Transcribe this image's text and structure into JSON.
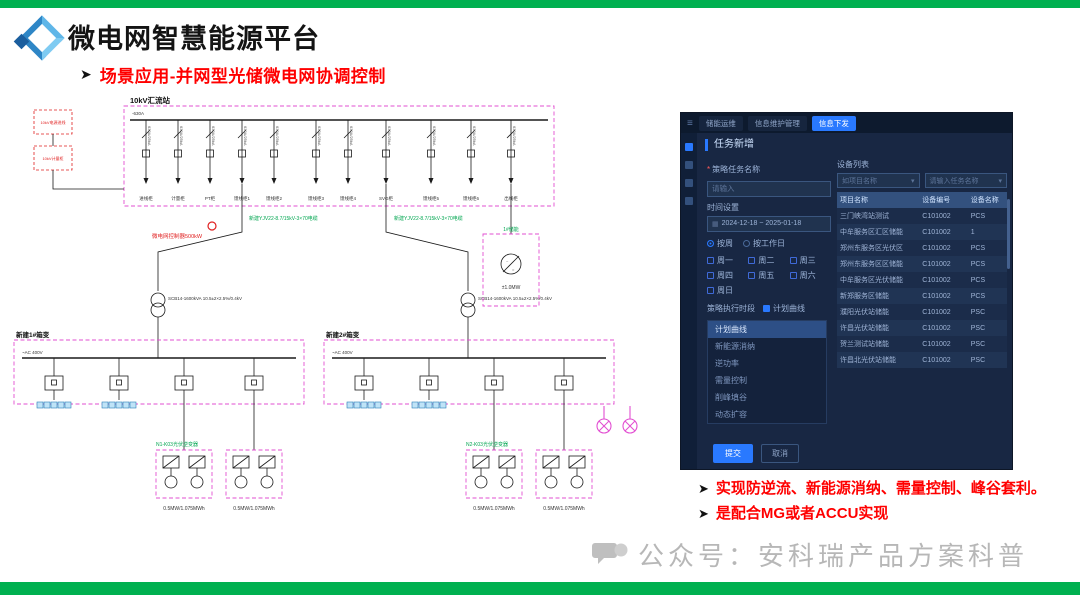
{
  "header": {
    "title": "微电网智慧能源平台"
  },
  "subtitle": {
    "arrow": "➤",
    "text": "场景应用-并网型光储微电网协调控制"
  },
  "bullets": {
    "arrow": "➤",
    "b1": "实现防逆流、新能源消纳、需量控制、峰谷套利。",
    "b2": "是配合MG或者ACCU实现"
  },
  "watermark": {
    "text": "公众号：安科瑞产品方案科普"
  },
  "diagram": {
    "station_title": "10kV汇流站",
    "bus_label": "-630A",
    "feeder_label": "630A/25kA",
    "incoming_label": "10kV电源进线",
    "metering_label": "10kV计量柜",
    "controller_label": "微电网控制器500kW",
    "box1_label": "新建1#箱变",
    "box2_label": "新建2#箱变",
    "transformer_label": "SCB14-1600kVA 10.5±2×2.5%/0.4kV",
    "lv_label": "~AC 400V",
    "storage_title": "1#储能",
    "storage_power": "±1.0MW",
    "battery_label": "0.5MW/1.075MWh",
    "cabinets": [
      "进线柜",
      "计量柜",
      "PT柜",
      "馈线柜1",
      "馈线柜2",
      "馈线柜3",
      "馈线柜4",
      "SVG柜",
      "馈线柜5",
      "馈线柜6",
      "出线柜"
    ],
    "green_notes": [
      "新建YJV22-8.7/15kV-3×70电缆",
      "新建YJV22-8.7/15kV-3×70电缆",
      "N1-K03光伏逆变器",
      "N2-K03光伏逆变器"
    ]
  },
  "app": {
    "tabs": [
      "储能运维",
      "信息维护管理",
      "信息下发"
    ],
    "active_tab_index": 2,
    "panel_title": "任务新增",
    "form": {
      "task_name_label": "策略任务名称",
      "task_name_placeholder": "请输入",
      "time_label": "时间设置",
      "date_range": "2024-12-18 ~ 2025-01-18",
      "mode_options": [
        "按周",
        "按工作日"
      ],
      "weekdays": [
        "周一",
        "周二",
        "周三",
        "周四",
        "周五",
        "周六",
        "周日"
      ],
      "section_label": "策略执行时段",
      "plan_checkbox": "计划曲线"
    },
    "menu": [
      "计划曲线",
      "新能源消纳",
      "逆功率",
      "需量控制",
      "削峰填谷",
      "动态扩容"
    ],
    "menu_active_index": 0,
    "device_list": {
      "title": "设备列表",
      "filters": [
        "如项目名称",
        "请输入任务名称"
      ],
      "headers": [
        "项目名称",
        "设备编号",
        "设备名称"
      ],
      "rows": [
        [
          "三门峡湾站测试",
          "C101002",
          "PCS"
        ],
        [
          "中牟服务区汇区储能",
          "C101002",
          "1"
        ],
        [
          "郑州东服务区光伏区",
          "C101002",
          "PCS"
        ],
        [
          "郑州东服务区区储能",
          "C101002",
          "PCS"
        ],
        [
          "中牟服务区光伏储能",
          "C101002",
          "PCS"
        ],
        [
          "新郑服务区储能",
          "C101002",
          "PCS"
        ],
        [
          "濮阳光伏站储能",
          "C101002",
          "PSC"
        ],
        [
          "许昌光伏站储能",
          "C101002",
          "PSC"
        ],
        [
          "贺兰测试站储能",
          "C101002",
          "PSC"
        ],
        [
          "许昌北光伏站储能",
          "C101002",
          "PSC"
        ]
      ]
    },
    "buttons": {
      "submit": "提交",
      "cancel": "取消"
    }
  }
}
